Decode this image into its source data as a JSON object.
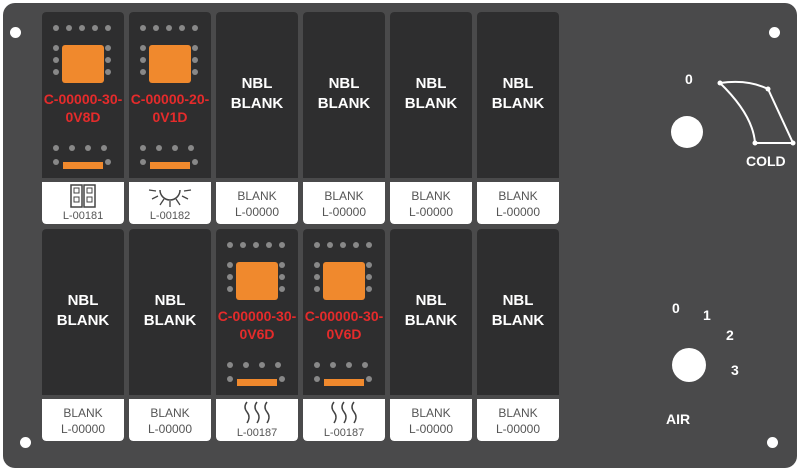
{
  "colors": {
    "panel": "#4a4a4b",
    "slot": "#2e2e2f",
    "indicator": "#f0892d",
    "code_text": "#e52b2b",
    "label_bg": "#ffffff"
  },
  "top_row": [
    {
      "type": "switch",
      "code_line1": "C-00000-30-",
      "code_line2": "0V8D",
      "label_icon": "double-rect-icon",
      "label_code": "L-00181"
    },
    {
      "type": "switch",
      "code_line1": "C-00000-20-",
      "code_line2": "0V1D",
      "label_icon": "sun-icon",
      "label_code": "L-00182"
    },
    {
      "type": "blank",
      "line1": "NBL",
      "line2": "BLANK",
      "label_line1": "BLANK",
      "label_line2": "L-00000"
    },
    {
      "type": "blank",
      "line1": "NBL",
      "line2": "BLANK",
      "label_line1": "BLANK",
      "label_line2": "L-00000"
    },
    {
      "type": "blank",
      "line1": "NBL",
      "line2": "BLANK",
      "label_line1": "BLANK",
      "label_line2": "L-00000"
    },
    {
      "type": "blank",
      "line1": "NBL",
      "line2": "BLANK",
      "label_line1": "BLANK",
      "label_line2": "L-00000"
    }
  ],
  "bottom_row": [
    {
      "type": "blank",
      "line1": "NBL",
      "line2": "BLANK",
      "label_line1": "BLANK",
      "label_line2": "L-00000"
    },
    {
      "type": "blank",
      "line1": "NBL",
      "line2": "BLANK",
      "label_line1": "BLANK",
      "label_line2": "L-00000"
    },
    {
      "type": "switch",
      "code_line1": "C-00000-30-",
      "code_line2": "0V6D",
      "label_icon": "heat-waves-icon",
      "label_code": "L-00187"
    },
    {
      "type": "switch",
      "code_line1": "C-00000-30-",
      "code_line2": "0V6D",
      "label_icon": "heat-waves-icon",
      "label_code": "L-00187"
    },
    {
      "type": "blank",
      "line1": "NBL",
      "line2": "BLANK",
      "label_line1": "BLANK",
      "label_line2": "L-00000"
    },
    {
      "type": "blank",
      "line1": "NBL",
      "line2": "BLANK",
      "label_line1": "BLANK",
      "label_line2": "L-00000"
    }
  ],
  "temp_control": {
    "pos0": "0",
    "label": "COLD"
  },
  "air_control": {
    "pos0": "0",
    "pos1": "1",
    "pos2": "2",
    "pos3": "3",
    "label": "AIR"
  }
}
